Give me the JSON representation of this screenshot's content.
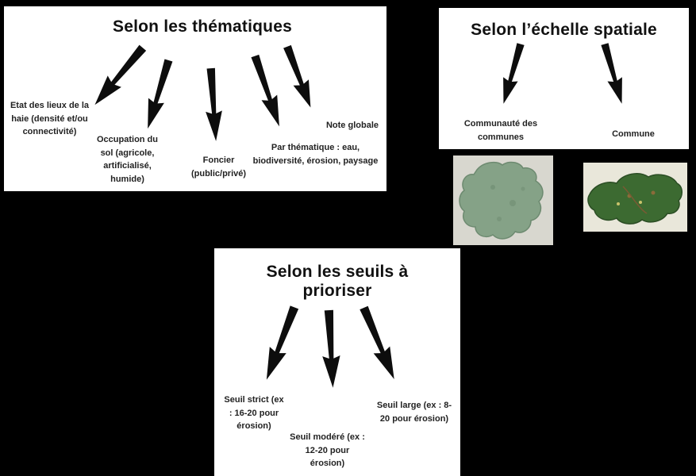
{
  "panels": {
    "thematiques": {
      "title": "Selon les thématiques",
      "items": {
        "etat": "Etat des lieux de la haie (densité et/ou connectivité)",
        "occupation": "Occupation du sol (agricole, artificialisé, humide)",
        "foncier": "Foncier (public/privé)",
        "thematique": "Par thématique : eau, biodiversité, érosion, paysage",
        "note": "Note globale"
      }
    },
    "echelle": {
      "title": "Selon l’échelle spatiale",
      "items": {
        "communaute": "Communauté des communes",
        "commune": "Commune"
      }
    },
    "seuils": {
      "title": "Selon les seuils à prioriser",
      "items": {
        "strict": "Seuil strict (ex : 16-20 pour érosion)",
        "modere": "Seuil modéré (ex : 12-20 pour érosion)",
        "large": "Seuil large (ex : 8-20 pour érosion)"
      }
    }
  },
  "colors": {
    "background": "#000000",
    "panel_bg": "#ffffff",
    "text": "#1c1c1c",
    "arrow": "#0d0d0d",
    "map_communaute_bg": "#d8d7cf",
    "map_communaute_shape": "#85a287",
    "map_commune_bg": "#e9e7da",
    "map_commune_shape": "#3c6a31"
  }
}
